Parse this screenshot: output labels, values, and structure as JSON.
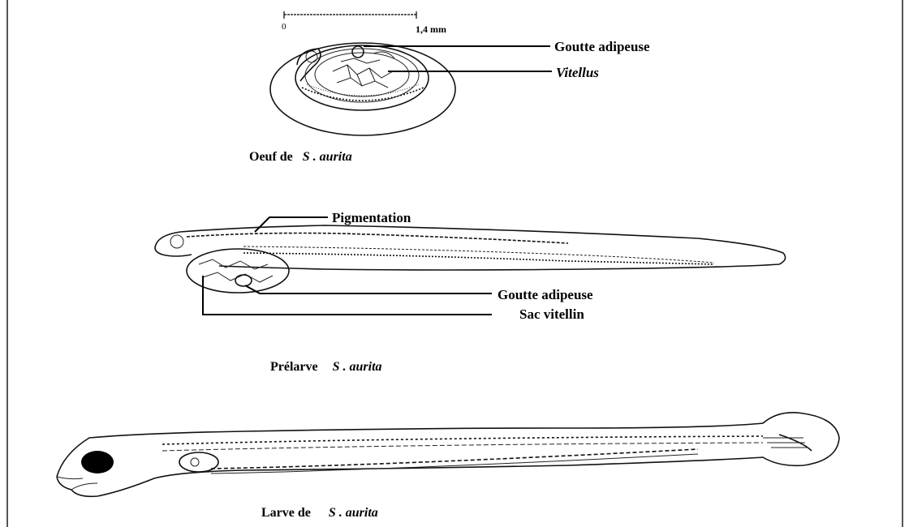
{
  "scale_bar": {
    "start": "0",
    "end": "1,4 mm"
  },
  "egg": {
    "labels": {
      "oil_droplet": "Goutte adipeuse",
      "yolk": "Vitellus"
    },
    "caption": {
      "prefix": "Oeuf de",
      "species": "S . aurita"
    }
  },
  "prelarva": {
    "labels": {
      "pigmentation": "Pigmentation",
      "oil_droplet": "Goutte adipeuse",
      "yolk_sac": "Sac vitellin"
    },
    "caption": {
      "prefix": "Prélarve",
      "species": "S . aurita"
    }
  },
  "larva": {
    "caption": {
      "prefix": "Larve de",
      "species": "S . aurita"
    }
  }
}
